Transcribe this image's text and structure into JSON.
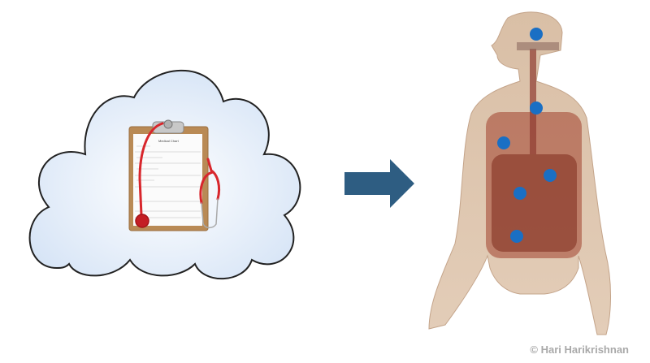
{
  "clipboard": {
    "chart_title": "Medical Chart"
  },
  "copyright": "© Hari Harikrishnan",
  "colors": {
    "arrow": "#2e5d82",
    "marker": "#1a6fc4",
    "cloud_fill": "#e4eefa",
    "stethoscope": "#d8262c"
  },
  "organ_markers": 6
}
